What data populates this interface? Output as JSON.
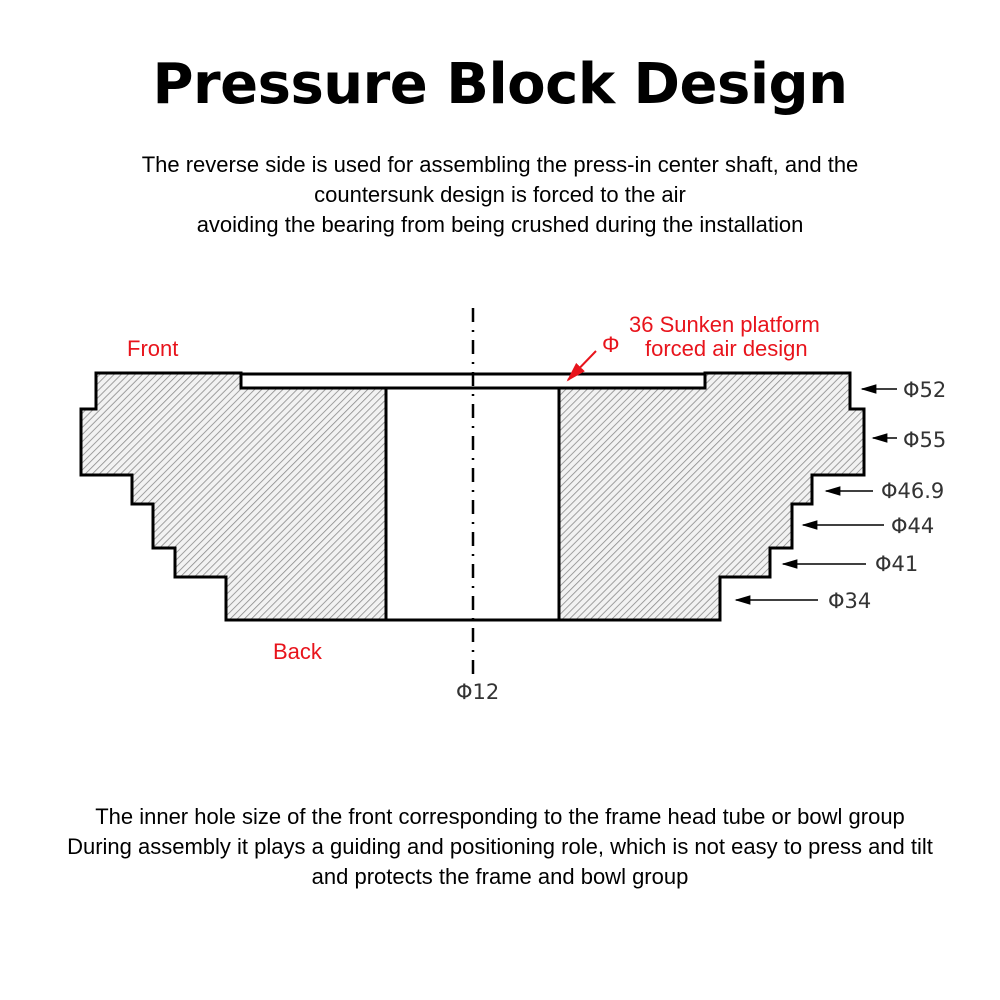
{
  "title": "Pressure Block Design",
  "intro": [
    "The reverse side is used for assembling the press-in center shaft, and the",
    "countersunk design is forced to the air",
    "avoiding the bearing from being crushed during the installation"
  ],
  "diagram": {
    "front_label": "Front",
    "back_label": "Back",
    "callout_symbol": "Φ",
    "callout_lines": [
      "36 Sunken platform",
      "forced air design"
    ],
    "center_hole": "Φ12",
    "dimensions": [
      "Φ52",
      "Φ55",
      "Φ46.9",
      "Φ44",
      "Φ41",
      "Φ34"
    ],
    "colors": {
      "accent": "#e8141c",
      "outline": "#000000",
      "hatch": "#8a8a8a"
    }
  },
  "footer": [
    "The inner hole size of the front corresponding to the frame head tube or bowl group",
    "During assembly it plays a guiding and positioning role, which is not easy to press and tilt",
    "and protects the frame and bowl group"
  ]
}
